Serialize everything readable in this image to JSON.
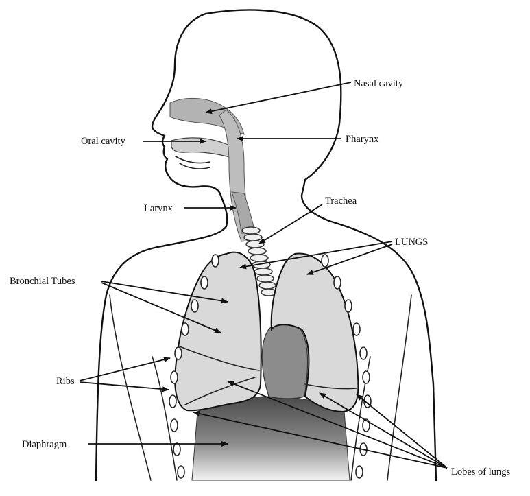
{
  "labels": {
    "nasal_cavity": "Nasal cavity",
    "oral_cavity": "Oral cavity",
    "pharynx": "Pharynx",
    "larynx": "Larynx",
    "trachea": "Trachea",
    "lungs": "LUNGS",
    "bronchial_tubes": "Bronchial Tubes",
    "ribs": "Ribs",
    "diaphragm": "Diaphragm",
    "lobes_of_lungs": "Lobes of lungs"
  },
  "colors": {
    "line": "#111111",
    "lung_fill": "#d9d9d9",
    "airway_fill": "#b8b8b8",
    "heart_fill": "#8c8c8c",
    "diaphragm_top": "#4a4a4a",
    "diaphragm_bottom": "#f2f2f2"
  }
}
